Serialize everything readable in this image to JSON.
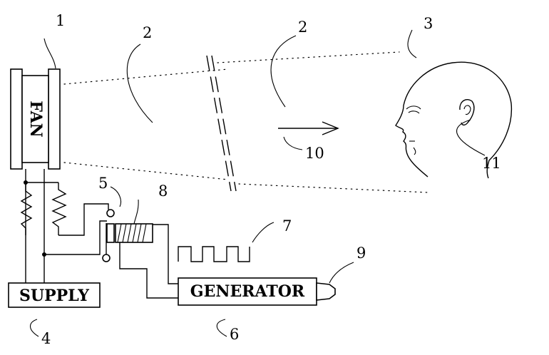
{
  "labels": {
    "fan": "FAN",
    "supply": "SUPPLY",
    "generator": "GENERATOR"
  },
  "reference_numerals": {
    "fan": "1",
    "air_stream_left": "2",
    "air_stream_right": "2",
    "person_head": "3",
    "supply": "4",
    "switch": "5",
    "generator": "6",
    "square_wave": "7",
    "coil": "8",
    "generator_output": "9",
    "flow_direction": "10",
    "ear": "11"
  }
}
